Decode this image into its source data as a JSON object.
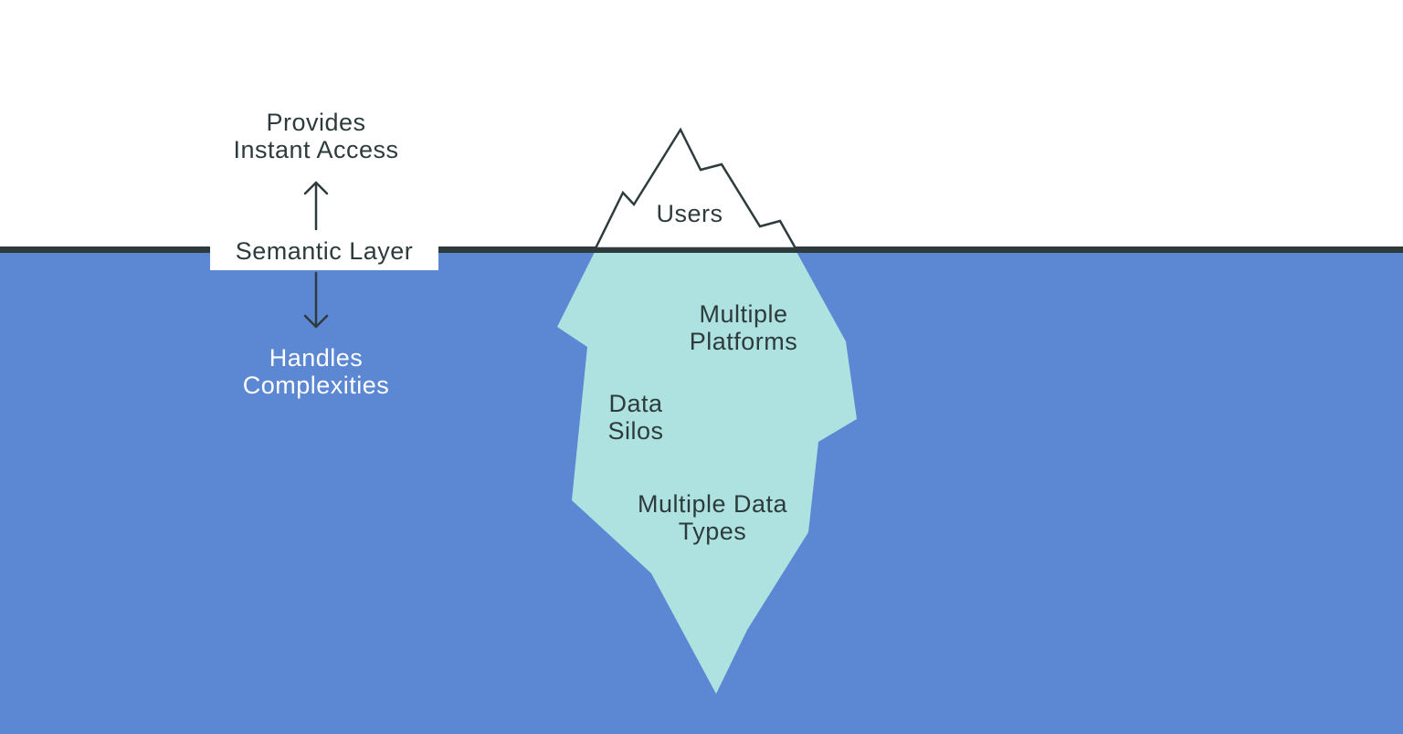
{
  "colors": {
    "sky": "#ffffff",
    "water": "#5b87d3",
    "waterline": "#2e3b3c",
    "iceberg_submerged": "#aee2e1",
    "iceberg_tip": "#ffffff",
    "text_dark": "#2e3b3c",
    "text_light": "#ffffff"
  },
  "left_panel": {
    "top_label_line1": "Provides",
    "top_label_line2": "Instant Access",
    "center_label": "Semantic Layer",
    "bottom_label_line1": "Handles",
    "bottom_label_line2": "Complexities",
    "up_arrow_icon": "arrow-up-icon",
    "down_arrow_icon": "arrow-down-icon"
  },
  "iceberg": {
    "tip_label": "Users",
    "submerged_labels": {
      "platforms_line1": "Multiple",
      "platforms_line2": "Platforms",
      "silos_line1": "Data",
      "silos_line2": "Silos",
      "types_line1": "Multiple Data",
      "types_line2": "Types"
    }
  }
}
